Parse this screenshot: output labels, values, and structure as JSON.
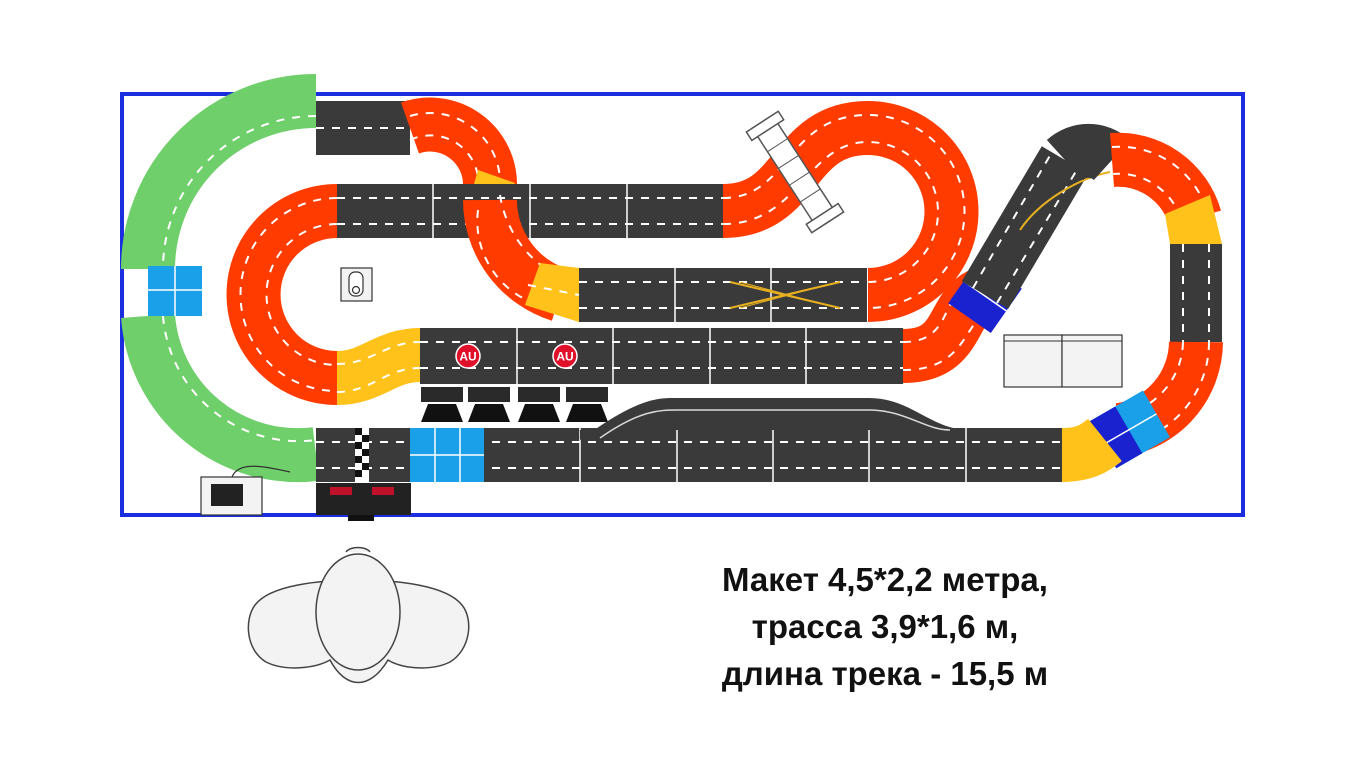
{
  "caption": {
    "line1": "Макет 4,5*2,2 метра,",
    "line2": "трасса 3,9*1,6 м,",
    "line3": "длина трека - 15,5 м"
  },
  "markers": {
    "au_label": "AU"
  },
  "colors": {
    "border": "#1a2ee0",
    "track": "#3a3a3a",
    "curve_red": "#ff3b00",
    "curve_green": "#6fcf6a",
    "curve_yellow": "#ffc21a",
    "straight_blue": "#1aa0e8",
    "straight_navy": "#1a22d0"
  },
  "icons": [
    "controller-icon",
    "power-supply-icon",
    "lap-counter-icon",
    "bridge-icon",
    "building-icon",
    "person-icon",
    "pit-stop-icon"
  ]
}
